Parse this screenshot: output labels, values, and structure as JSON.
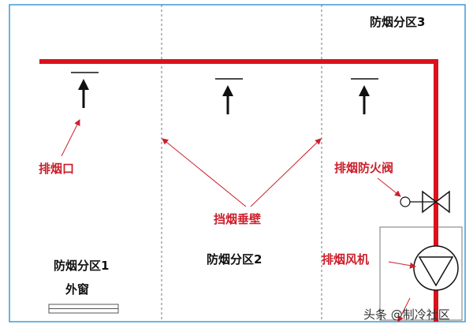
{
  "labels": {
    "zone1": "防烟分区1",
    "zone2": "防烟分区2",
    "zone3": "防烟分区3",
    "window": "外窗",
    "smoke_outlet": "排烟口",
    "smoke_curtain": "挡烟垂壁",
    "fire_damper": "排烟防火阀",
    "smoke_fan": "排烟风机"
  },
  "watermark": "头条 @制冷社区",
  "colors": {
    "duct": "#d9121c",
    "annotation": "#cc1f2b",
    "border": "#3f9ad6",
    "divider": "#777777"
  },
  "icons": [
    "up-arrow-icon",
    "valve-icon",
    "fan-icon"
  ]
}
